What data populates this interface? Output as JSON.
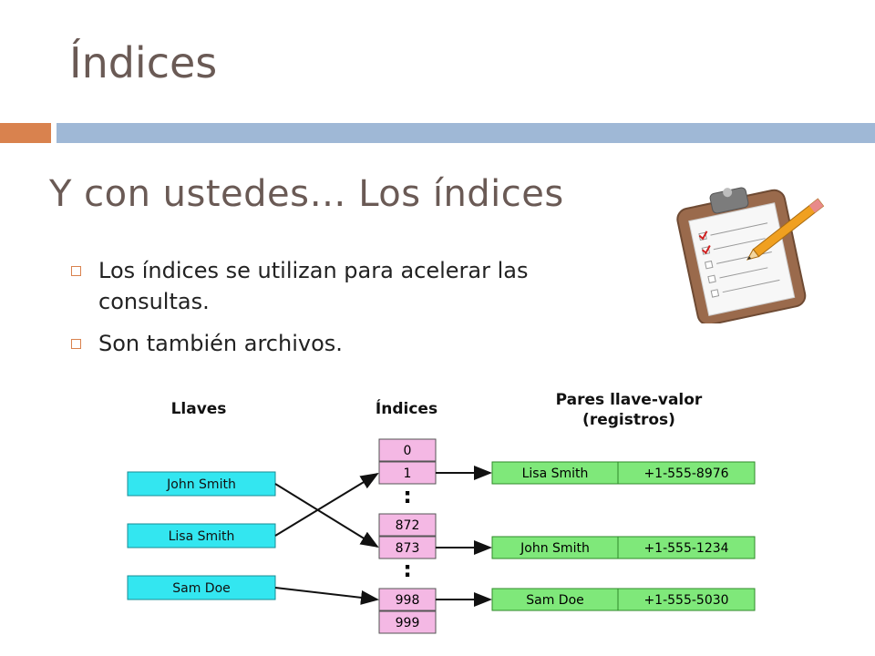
{
  "slide": {
    "title": "Índices",
    "subtitle": "Y con ustedes… Los índices",
    "bullets": [
      "Los índices se utilizan para acelerar las consultas.",
      "Son también archivos."
    ]
  },
  "diagram": {
    "headers": {
      "keys": "Llaves",
      "indices": "Índices",
      "pairs_line1": "Pares llave-valor",
      "pairs_line2": "(registros)"
    },
    "keys": [
      "John Smith",
      "Lisa Smith",
      "Sam Doe"
    ],
    "indices": [
      "0",
      "1",
      ":",
      "872",
      "873",
      ":",
      "998",
      "999"
    ],
    "records": [
      {
        "name": "Lisa Smith",
        "phone": "+1-555-8976"
      },
      {
        "name": "John Smith",
        "phone": "+1-555-1234"
      },
      {
        "name": "Sam Doe",
        "phone": "+1-555-5030"
      }
    ]
  },
  "colors": {
    "title_text": "#6a5a55",
    "accent_orange": "#d9824e",
    "accent_blue": "#9fb8d6",
    "key_box": "#33e6f0",
    "index_box": "#f4b8e4",
    "record_box": "#7fe87a"
  },
  "icons": [
    "clipboard-checklist-icon",
    "pencil-icon"
  ]
}
